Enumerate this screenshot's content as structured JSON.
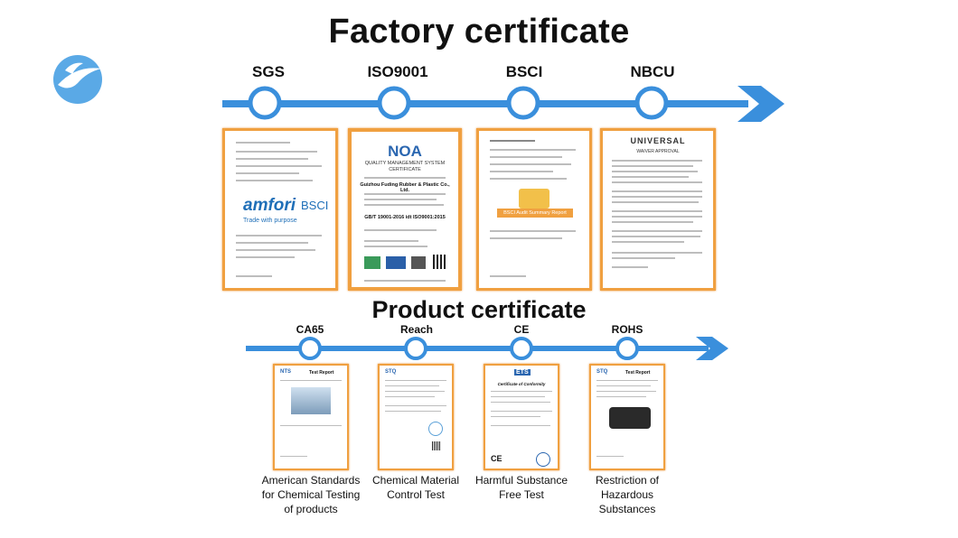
{
  "factory": {
    "title": "Factory certificate",
    "stages": [
      {
        "label": "SGS"
      },
      {
        "label": "ISO9001"
      },
      {
        "label": "BSCI"
      },
      {
        "label": "NBCU"
      }
    ],
    "docs": {
      "amfori_brand": "amfori",
      "amfori_bsci": "BSCI",
      "amfori_tag": "Trade with purpose",
      "noa_brand": "NOA",
      "noa_sub": "QUALITY MANAGEMENT SYSTEM CERTIFICATE",
      "noa_company": "Guizhou Fuding Rubber & Plastic Co., Ltd.",
      "noa_std": "GB/T 19001-2016 idt ISO9001:2015",
      "bsci_report": "BSCI Audit Summary Report",
      "nbcu_brand": "UNIVERSAL",
      "nbcu_sub": "WAIVER APPROVAL"
    }
  },
  "product": {
    "title": "Product certificate",
    "stages": [
      {
        "label": "CA65",
        "caption": "American Standards for Chemical Testing of products"
      },
      {
        "label": "Reach",
        "caption": "Chemical Material Control Test"
      },
      {
        "label": "CE",
        "caption": "Harmful Substance Free Test"
      },
      {
        "label": "ROHS",
        "caption": "Restriction of Hazardous Substances"
      }
    ],
    "docs": {
      "ntes_brand": "NTS",
      "test_report": "Test Report",
      "stq_brand": "STQ",
      "ets_brand": "ETS",
      "conformity": "Certificate of Conformity"
    }
  },
  "colors": {
    "timeline": "#3a8fdc",
    "cert_border": "#f0a040"
  }
}
